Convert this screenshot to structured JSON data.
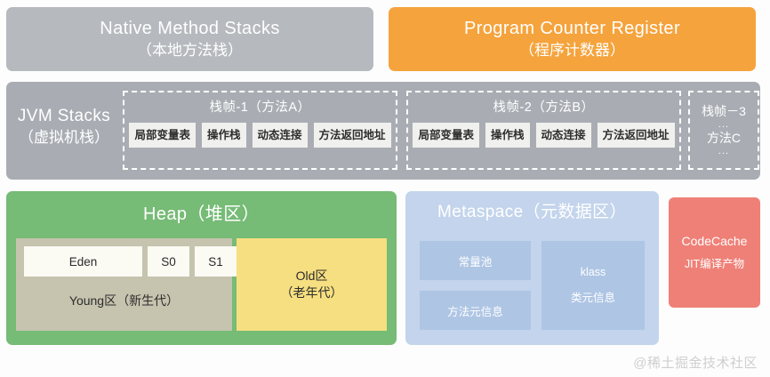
{
  "diagram": {
    "watermark": "@稀土掘金技术社区",
    "native_method_stacks": {
      "title_en": "Native Method Stacks",
      "title_cn": "（本地方法栈）",
      "color": "#b6b9be"
    },
    "program_counter_register": {
      "title_en": "Program Counter Register",
      "title_cn": "（程序计数器）",
      "color": "#f5a33c"
    },
    "jvm_stacks": {
      "title_en": "JVM Stacks",
      "title_cn": "（虚拟机栈）",
      "color": "#a9adb3",
      "frames": [
        {
          "title": "栈帧-1（方法A）",
          "slots": [
            "局部变量表",
            "操作栈",
            "动态连接",
            "方法返回地址"
          ]
        },
        {
          "title": "栈帧-2（方法B）",
          "slots": [
            "局部变量表",
            "操作栈",
            "动态连接",
            "方法返回地址"
          ]
        },
        {
          "title": "栈帧－3",
          "dots_top": "...",
          "method": "方法C",
          "dots_bottom": "..."
        }
      ]
    },
    "heap": {
      "title_en": "Heap",
      "title_cn": "（堆区）",
      "color": "#76bb76",
      "young": {
        "label": "Young区（新生代）",
        "color": "#c6c3ae",
        "slots": [
          "Eden",
          "S0",
          "S1"
        ]
      },
      "old": {
        "label_en": "Old区",
        "label_cn": "（老年代）",
        "color": "#f6df80"
      }
    },
    "metaspace": {
      "title_en": "Metaspace",
      "title_cn": "（元数据区）",
      "color": "#c3d4ec",
      "constant_pool": "常量池",
      "method_meta": "方法元信息",
      "klass_en": "klass",
      "klass_cn": "类元信息"
    },
    "codecache": {
      "title_en": "CodeCache",
      "title_cn": "JIT编译产物",
      "color": "#ef8077"
    }
  }
}
